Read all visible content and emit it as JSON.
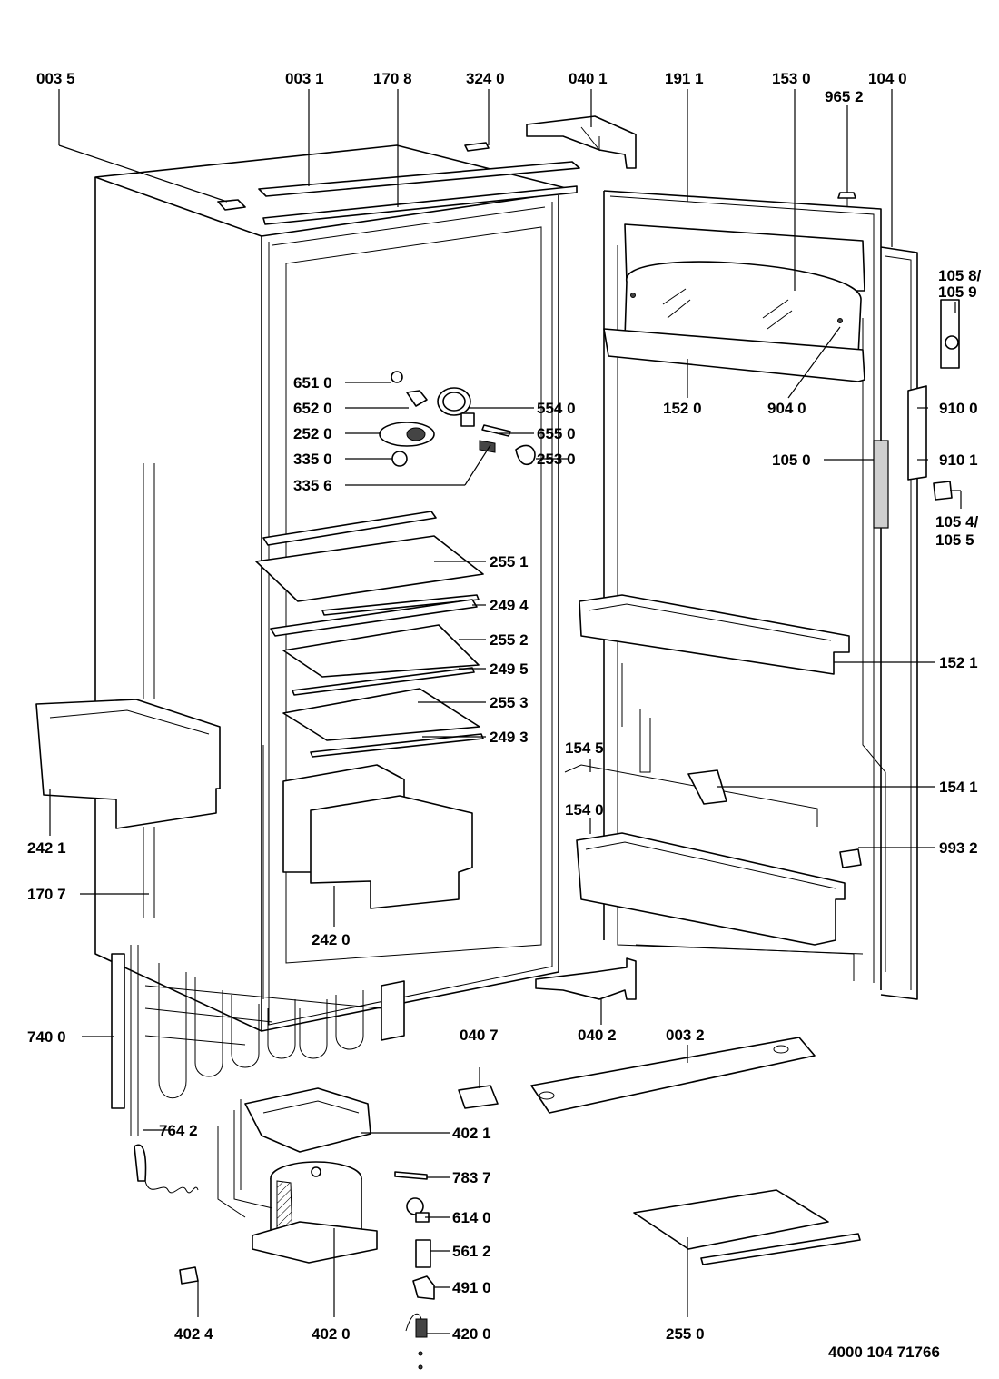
{
  "labels": {
    "l0035": "003 5",
    "l0031": "003 1",
    "l1708": "170 8",
    "l3240": "324 0",
    "l0401": "040 1",
    "l1911": "191 1",
    "l1530": "153 0",
    "l1040": "104 0",
    "l9652": "965 2",
    "l1058a": "105 8/",
    "l1058b": "105 9",
    "l6510": "651 0",
    "l6520": "652 0",
    "l2520": "252 0",
    "l3350": "335 0",
    "l3356": "335 6",
    "l5540": "554 0",
    "l6550": "655 0",
    "l2530": "253 0",
    "l1520": "152 0",
    "l9040": "904 0",
    "l9100": "910 0",
    "l1050": "105 0",
    "l9101": "910 1",
    "l1054a": "105 4/",
    "l1054b": "105 5",
    "l2551": "255 1",
    "l2494": "249 4",
    "l2552": "255 2",
    "l2495": "249 5",
    "l2553": "255 3",
    "l2493": "249 3",
    "l1521": "152 1",
    "l1545": "154 5",
    "l1541": "154 1",
    "l1540": "154 0",
    "l9932": "993 2",
    "l2421": "242 1",
    "l1707": "170 7",
    "l2420": "242 0",
    "l7400": "740 0",
    "l0407": "040 7",
    "l0402": "040 2",
    "l0032": "003 2",
    "l7642": "764 2",
    "l4021": "402 1",
    "l7837": "783 7",
    "l6140": "614 0",
    "l5612": "561 2",
    "l4910": "491 0",
    "l4200": "420 0",
    "l4024": "402 4",
    "l4020": "402 0",
    "l2550": "255 0"
  },
  "drawing_number": "4000 104 71766"
}
